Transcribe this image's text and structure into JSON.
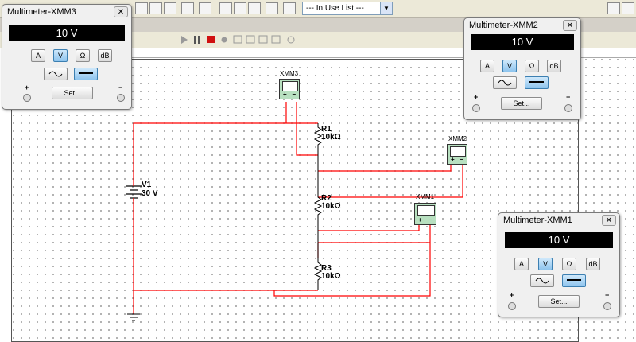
{
  "toolbar": {
    "in_use_list": "--- In Use List ---"
  },
  "circuit": {
    "v1": {
      "name": "V1",
      "value": "30 V"
    },
    "r1": {
      "name": "R1",
      "value": "10kΩ"
    },
    "r2": {
      "name": "R2",
      "value": "10kΩ"
    },
    "r3": {
      "name": "R3",
      "value": "10kΩ"
    },
    "xmm1_tag": "XMM1",
    "xmm2_tag": "XMM2",
    "xmm3_tag": "XMM3",
    "wire_color": "#ff0000"
  },
  "multimeters": {
    "xmm3": {
      "title": "Multimeter-XMM3",
      "reading": "10 V"
    },
    "xmm2": {
      "title": "Multimeter-XMM2",
      "reading": "10 V"
    },
    "xmm1": {
      "title": "Multimeter-XMM1",
      "reading": "10 V"
    }
  },
  "meter_ui": {
    "mode_a": "A",
    "mode_v": "V",
    "mode_ohm": "Ω",
    "mode_db": "dB",
    "set": "Set...",
    "plus": "+",
    "minus": "−",
    "close": "✕",
    "active_mode": "V",
    "active_wave": "dc"
  },
  "icons": [
    "run-icon",
    "pause-icon",
    "stop-icon",
    "close-icon",
    "ac-wave-icon",
    "dc-wave-icon",
    "ground-icon",
    "battery-icon",
    "resistor-icon"
  ]
}
